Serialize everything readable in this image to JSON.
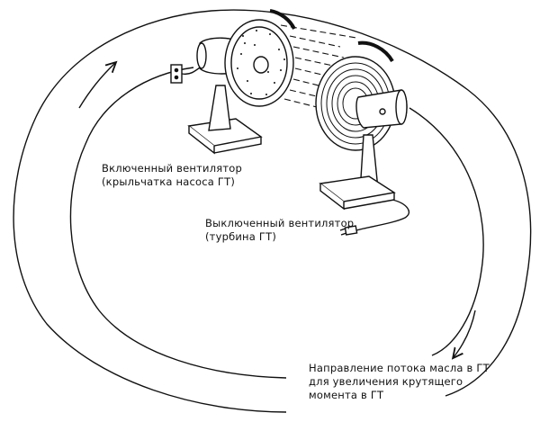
{
  "labels": {
    "running_fan": {
      "line1": "Включенный вентилятор",
      "line2": "(крыльчатка насоса ГТ)"
    },
    "stopped_fan": {
      "line1": "Выключенный вентилятор",
      "line2": "(турбина ГТ)"
    },
    "oil_flow": {
      "line1": "Направление потока масла в ГТ",
      "line2": "для увеличения крутящего",
      "line3": "момента в ГТ"
    }
  }
}
